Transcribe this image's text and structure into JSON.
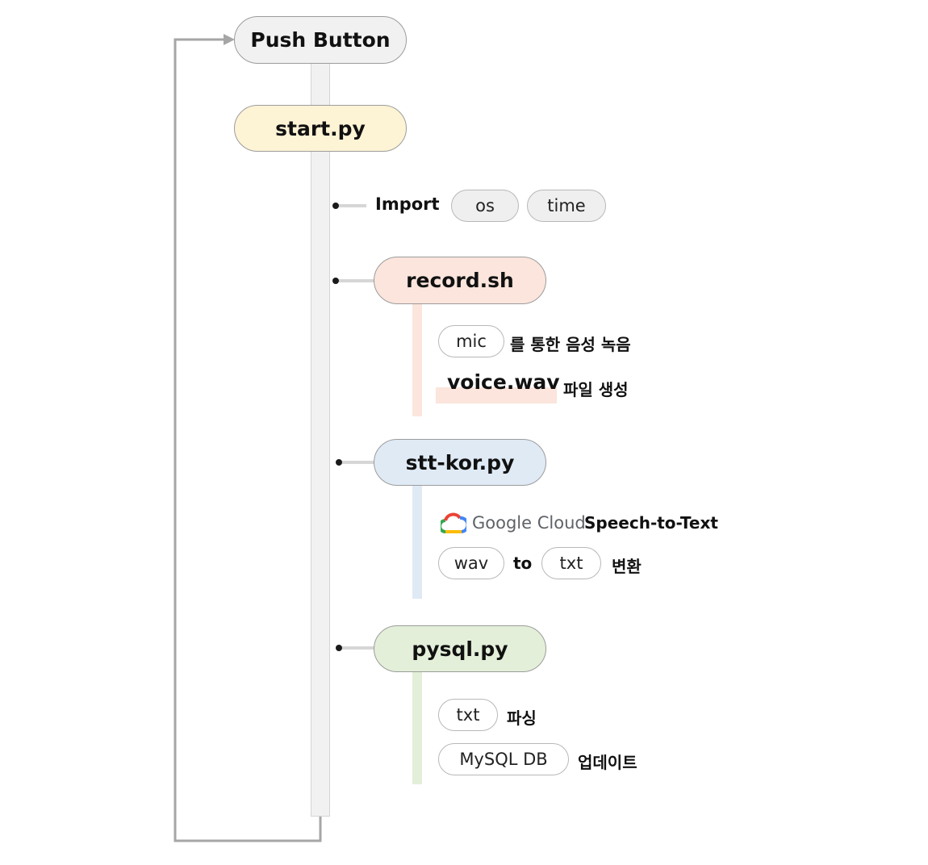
{
  "nodes": {
    "push_button": "Push Button",
    "start": "start.py",
    "record": "record.sh",
    "stt": "stt-kor.py",
    "pysql": "pysql.py"
  },
  "import_row": {
    "label": "Import",
    "modules": [
      "os",
      "time"
    ]
  },
  "record_section": {
    "mic": "mic",
    "mic_text": "를 통한 음성 녹음",
    "file": "voice.wav",
    "file_text": "파일 생성"
  },
  "stt_section": {
    "brand": "Google Cloud",
    "service": "Speech-to-Text",
    "from": "wav",
    "to_word": "to",
    "to": "txt",
    "action": "변환"
  },
  "pysql_section": {
    "parse_item": "txt",
    "parse_text": "파싱",
    "db_item": "MySQL DB",
    "db_text": "업데이트"
  },
  "colors": {
    "push_button_bg": "#f1f1f1",
    "start_bg": "#fdf3d5",
    "record_bg": "#fbe5dc",
    "stt_bg": "#dfeaf5",
    "pysql_bg": "#e3efd9",
    "trunk": "#f1f1f1",
    "loop_line": "#a6a6a6"
  },
  "icons": [
    "google-cloud-icon",
    "arrow-right-icon"
  ]
}
